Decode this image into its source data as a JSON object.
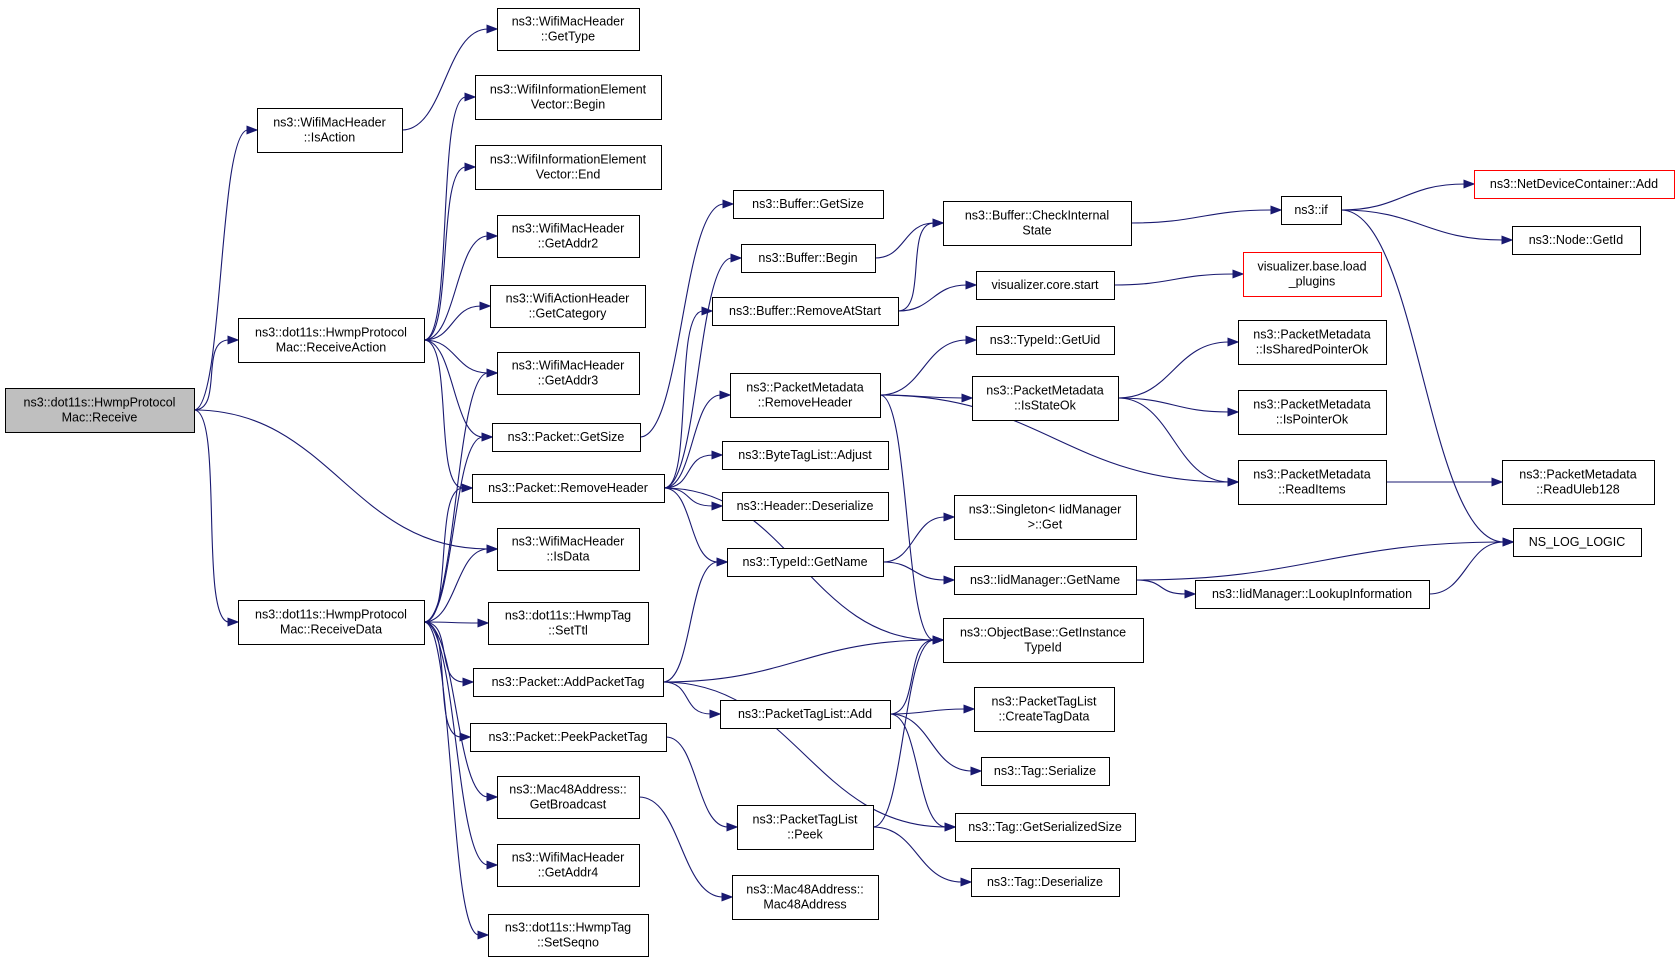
{
  "colors": {
    "edge": "#191970",
    "node_border": "#000000",
    "node_border_truncated": "#ff0000",
    "root_fill": "#bfbfbf",
    "node_fill": "#ffffff"
  },
  "nodes": [
    {
      "id": "receive",
      "lines": [
        "ns3::dot11s::HwmpProtocol",
        "Mac::Receive"
      ],
      "root": true
    },
    {
      "id": "isAction",
      "lines": [
        "ns3::WifiMacHeader",
        "::IsAction"
      ]
    },
    {
      "id": "receiveAction",
      "lines": [
        "ns3::dot11s::HwmpProtocol",
        "Mac::ReceiveAction"
      ]
    },
    {
      "id": "receiveData",
      "lines": [
        "ns3::dot11s::HwmpProtocol",
        "Mac::ReceiveData"
      ]
    },
    {
      "id": "getType",
      "lines": [
        "ns3::WifiMacHeader",
        "::GetType"
      ]
    },
    {
      "id": "ieBegin",
      "lines": [
        "ns3::WifiInformationElement",
        "Vector::Begin"
      ]
    },
    {
      "id": "ieEnd",
      "lines": [
        "ns3::WifiInformationElement",
        "Vector::End"
      ]
    },
    {
      "id": "getAddr2",
      "lines": [
        "ns3::WifiMacHeader",
        "::GetAddr2"
      ]
    },
    {
      "id": "getCategory",
      "lines": [
        "ns3::WifiActionHeader",
        "::GetCategory"
      ]
    },
    {
      "id": "getAddr3",
      "lines": [
        "ns3::WifiMacHeader",
        "::GetAddr3"
      ]
    },
    {
      "id": "packetGetSize",
      "lines": [
        "ns3::Packet::GetSize"
      ]
    },
    {
      "id": "removeHeader",
      "lines": [
        "ns3::Packet::RemoveHeader"
      ]
    },
    {
      "id": "isData",
      "lines": [
        "ns3::WifiMacHeader",
        "::IsData"
      ]
    },
    {
      "id": "setTtl",
      "lines": [
        "ns3::dot11s::HwmpTag",
        "::SetTtl"
      ]
    },
    {
      "id": "addPacketTag",
      "lines": [
        "ns3::Packet::AddPacketTag"
      ]
    },
    {
      "id": "peekPacketTag",
      "lines": [
        "ns3::Packet::PeekPacketTag"
      ]
    },
    {
      "id": "getBroadcast",
      "lines": [
        "ns3::Mac48Address::",
        "GetBroadcast"
      ]
    },
    {
      "id": "getAddr4",
      "lines": [
        "ns3::WifiMacHeader",
        "::GetAddr4"
      ]
    },
    {
      "id": "setSeqno",
      "lines": [
        "ns3::dot11s::HwmpTag",
        "::SetSeqno"
      ]
    },
    {
      "id": "bufferGetSize",
      "lines": [
        "ns3::Buffer::GetSize"
      ]
    },
    {
      "id": "bufferBegin",
      "lines": [
        "ns3::Buffer::Begin"
      ]
    },
    {
      "id": "removeAtStart",
      "lines": [
        "ns3::Buffer::RemoveAtStart"
      ]
    },
    {
      "id": "pmRemoveHeader",
      "lines": [
        "ns3::PacketMetadata",
        "::RemoveHeader"
      ]
    },
    {
      "id": "byteTagAdjust",
      "lines": [
        "ns3::ByteTagList::Adjust"
      ]
    },
    {
      "id": "headerDeserialize",
      "lines": [
        "ns3::Header::Deserialize"
      ]
    },
    {
      "id": "typeIdGetName",
      "lines": [
        "ns3::TypeId::GetName"
      ]
    },
    {
      "id": "ptlAdd",
      "lines": [
        "ns3::PacketTagList::Add"
      ]
    },
    {
      "id": "ptlPeek",
      "lines": [
        "ns3::PacketTagList",
        "::Peek"
      ]
    },
    {
      "id": "mac48Address",
      "lines": [
        "ns3::Mac48Address::",
        "Mac48Address"
      ]
    },
    {
      "id": "checkInternalState",
      "lines": [
        "ns3::Buffer::CheckInternal",
        "State"
      ]
    },
    {
      "id": "vizCoreStart",
      "lines": [
        "visualizer.core.start"
      ]
    },
    {
      "id": "typeIdGetUid",
      "lines": [
        "ns3::TypeId::GetUid"
      ]
    },
    {
      "id": "pmIsStateOk",
      "lines": [
        "ns3::PacketMetadata",
        "::IsStateOk"
      ]
    },
    {
      "id": "singletonGet",
      "lines": [
        "ns3::Singleton< IidManager",
        ">::Get"
      ]
    },
    {
      "id": "iidGetName",
      "lines": [
        "ns3::IidManager::GetName"
      ]
    },
    {
      "id": "getInstanceTypeId",
      "lines": [
        "ns3::ObjectBase::GetInstance",
        "TypeId"
      ]
    },
    {
      "id": "createTagData",
      "lines": [
        "ns3::PacketTagList",
        "::CreateTagData"
      ]
    },
    {
      "id": "tagSerialize",
      "lines": [
        "ns3::Tag::Serialize"
      ]
    },
    {
      "id": "tagGetSerializedSize",
      "lines": [
        "ns3::Tag::GetSerializedSize"
      ]
    },
    {
      "id": "tagDeserialize",
      "lines": [
        "ns3::Tag::Deserialize"
      ]
    },
    {
      "id": "nsIf",
      "lines": [
        "ns3::if"
      ]
    },
    {
      "id": "vizBaseLoad",
      "lines": [
        "visualizer.base.load",
        "_plugins"
      ],
      "truncated": true
    },
    {
      "id": "pmIsSharedPointerOk",
      "lines": [
        "ns3::PacketMetadata",
        "::IsSharedPointerOk"
      ]
    },
    {
      "id": "pmIsPointerOk",
      "lines": [
        "ns3::PacketMetadata",
        "::IsPointerOk"
      ]
    },
    {
      "id": "pmReadItems",
      "lines": [
        "ns3::PacketMetadata",
        "::ReadItems"
      ]
    },
    {
      "id": "lookupInformation",
      "lines": [
        "ns3::IidManager::LookupInformation"
      ]
    },
    {
      "id": "ndcAdd",
      "lines": [
        "ns3::NetDeviceContainer::Add"
      ],
      "truncated": true
    },
    {
      "id": "nodeGetId",
      "lines": [
        "ns3::Node::GetId"
      ]
    },
    {
      "id": "readUleb128",
      "lines": [
        "ns3::PacketMetadata",
        "::ReadUleb128"
      ]
    },
    {
      "id": "nsLogLogic",
      "lines": [
        "NS_LOG_LOGIC"
      ]
    }
  ],
  "edges": [
    [
      "receive",
      "isAction"
    ],
    [
      "receive",
      "receiveAction"
    ],
    [
      "receive",
      "isData"
    ],
    [
      "receive",
      "receiveData"
    ],
    [
      "isAction",
      "getType"
    ],
    [
      "receiveAction",
      "ieBegin"
    ],
    [
      "receiveAction",
      "ieEnd"
    ],
    [
      "receiveAction",
      "getAddr2"
    ],
    [
      "receiveAction",
      "getCategory"
    ],
    [
      "receiveAction",
      "getAddr3"
    ],
    [
      "receiveAction",
      "packetGetSize"
    ],
    [
      "receiveAction",
      "removeHeader"
    ],
    [
      "receiveData",
      "getAddr3"
    ],
    [
      "receiveData",
      "packetGetSize"
    ],
    [
      "receiveData",
      "removeHeader"
    ],
    [
      "receiveData",
      "isData"
    ],
    [
      "receiveData",
      "setTtl"
    ],
    [
      "receiveData",
      "addPacketTag"
    ],
    [
      "receiveData",
      "peekPacketTag"
    ],
    [
      "receiveData",
      "getBroadcast"
    ],
    [
      "receiveData",
      "getAddr4"
    ],
    [
      "receiveData",
      "setSeqno"
    ],
    [
      "packetGetSize",
      "bufferGetSize"
    ],
    [
      "removeHeader",
      "bufferBegin"
    ],
    [
      "removeHeader",
      "removeAtStart"
    ],
    [
      "removeHeader",
      "pmRemoveHeader"
    ],
    [
      "removeHeader",
      "byteTagAdjust"
    ],
    [
      "removeHeader",
      "headerDeserialize"
    ],
    [
      "removeHeader",
      "typeIdGetName"
    ],
    [
      "removeHeader",
      "getInstanceTypeId"
    ],
    [
      "addPacketTag",
      "typeIdGetName"
    ],
    [
      "addPacketTag",
      "getInstanceTypeId"
    ],
    [
      "addPacketTag",
      "ptlAdd"
    ],
    [
      "addPacketTag",
      "tagGetSerializedSize"
    ],
    [
      "peekPacketTag",
      "ptlPeek"
    ],
    [
      "getBroadcast",
      "mac48Address"
    ],
    [
      "bufferBegin",
      "checkInternalState"
    ],
    [
      "removeAtStart",
      "checkInternalState"
    ],
    [
      "removeAtStart",
      "vizCoreStart"
    ],
    [
      "pmRemoveHeader",
      "typeIdGetUid"
    ],
    [
      "pmRemoveHeader",
      "pmIsStateOk"
    ],
    [
      "pmRemoveHeader",
      "pmReadItems"
    ],
    [
      "pmRemoveHeader",
      "getInstanceTypeId"
    ],
    [
      "typeIdGetName",
      "singletonGet"
    ],
    [
      "typeIdGetName",
      "iidGetName"
    ],
    [
      "ptlAdd",
      "getInstanceTypeId"
    ],
    [
      "ptlAdd",
      "createTagData"
    ],
    [
      "ptlAdd",
      "tagSerialize"
    ],
    [
      "ptlAdd",
      "tagGetSerializedSize"
    ],
    [
      "ptlPeek",
      "getInstanceTypeId"
    ],
    [
      "ptlPeek",
      "tagDeserialize"
    ],
    [
      "checkInternalState",
      "nsIf"
    ],
    [
      "vizCoreStart",
      "vizBaseLoad"
    ],
    [
      "pmIsStateOk",
      "pmIsSharedPointerOk"
    ],
    [
      "pmIsStateOk",
      "pmIsPointerOk"
    ],
    [
      "pmIsStateOk",
      "pmReadItems"
    ],
    [
      "iidGetName",
      "nsLogLogic"
    ],
    [
      "iidGetName",
      "lookupInformation"
    ],
    [
      "lookupInformation",
      "nsLogLogic"
    ],
    [
      "nsIf",
      "ndcAdd"
    ],
    [
      "nsIf",
      "nodeGetId"
    ],
    [
      "nsIf",
      "nsLogLogic"
    ],
    [
      "pmReadItems",
      "readUleb128"
    ]
  ]
}
